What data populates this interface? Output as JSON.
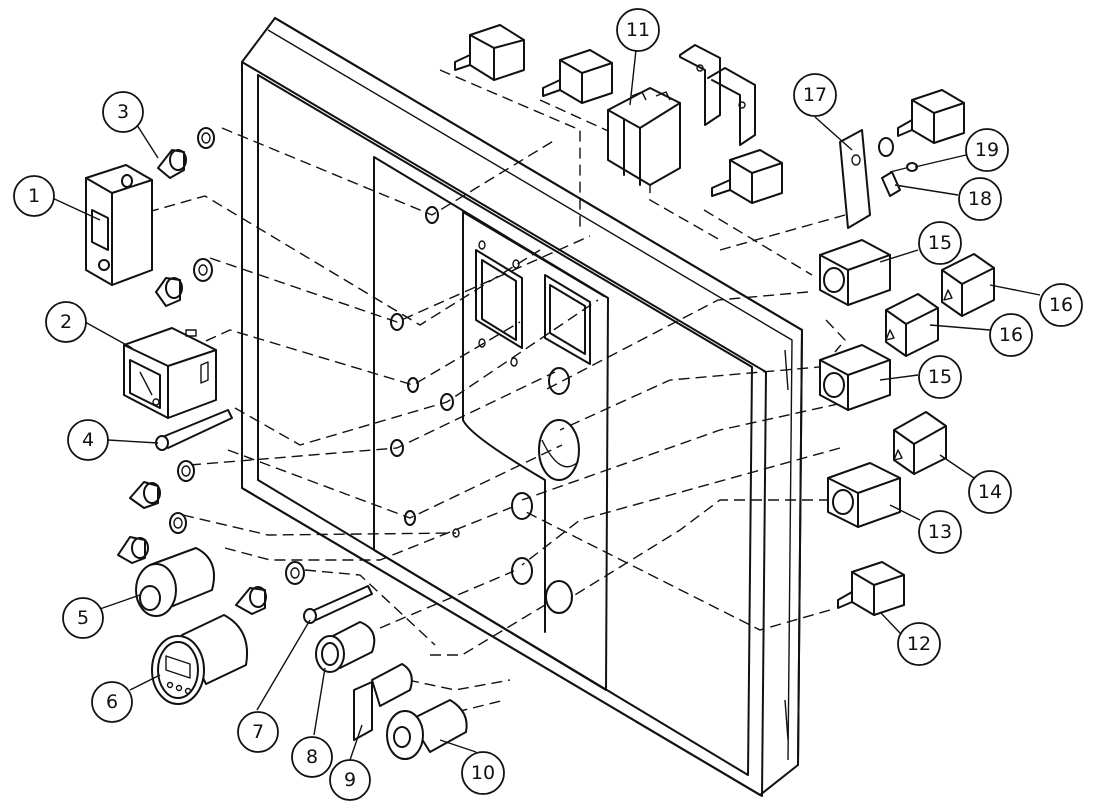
{
  "diagram": {
    "type": "exploded-assembly-drawing",
    "line_color": "#111111",
    "background": "#ffffff"
  },
  "callouts": [
    {
      "id": "1",
      "label": "1"
    },
    {
      "id": "2",
      "label": "2"
    },
    {
      "id": "3",
      "label": "3"
    },
    {
      "id": "4",
      "label": "4"
    },
    {
      "id": "5",
      "label": "5"
    },
    {
      "id": "6",
      "label": "6"
    },
    {
      "id": "7",
      "label": "7"
    },
    {
      "id": "8",
      "label": "8"
    },
    {
      "id": "9",
      "label": "9"
    },
    {
      "id": "10",
      "label": "10"
    },
    {
      "id": "11",
      "label": "11"
    },
    {
      "id": "12",
      "label": "12"
    },
    {
      "id": "13",
      "label": "13"
    },
    {
      "id": "14",
      "label": "14"
    },
    {
      "id": "15a",
      "label": "15"
    },
    {
      "id": "15b",
      "label": "15"
    },
    {
      "id": "16a",
      "label": "16"
    },
    {
      "id": "16b",
      "label": "16"
    },
    {
      "id": "17",
      "label": "17"
    },
    {
      "id": "18",
      "label": "18"
    },
    {
      "id": "19",
      "label": "19"
    }
  ]
}
